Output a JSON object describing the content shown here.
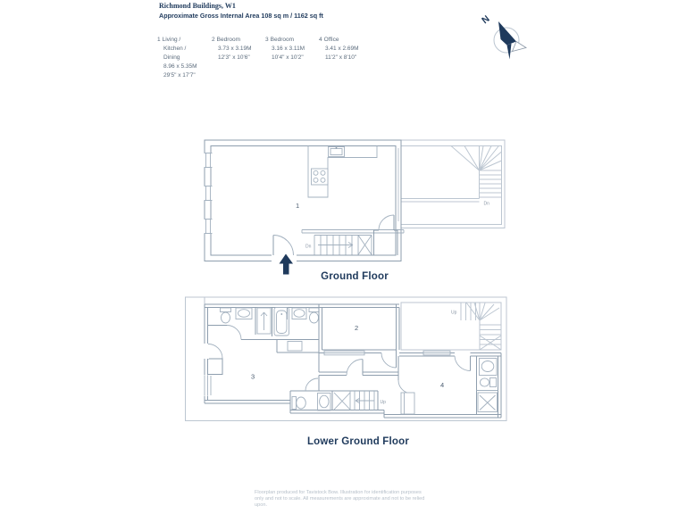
{
  "header": {
    "title": "Richmond Buildings, W1",
    "subtitle": "Approximate Gross Internal Area 108 sq m / 1162 sq ft"
  },
  "legend": {
    "rooms": [
      {
        "number": "1",
        "name": "Living /",
        "name2": "Kitchen /",
        "name3": "Dining",
        "metric": "8.96 x 5.35M",
        "imperial": "29'5\" x 17'7\""
      },
      {
        "number": "2",
        "name": "Bedroom",
        "metric": "3.73 x 3.19M",
        "imperial": "12'3\" x 10'6\""
      },
      {
        "number": "3",
        "name": "Bedroom",
        "metric": "3.16 x 3.11M",
        "imperial": "10'4\" x 10'2\""
      },
      {
        "number": "4",
        "name": "Office",
        "metric": "3.41 x 2.69M",
        "imperial": "11'2\" x 8'10\""
      }
    ]
  },
  "compass": {
    "north_label": "N"
  },
  "ground_floor": {
    "label": "Ground Floor",
    "room_label": "1",
    "stairs_down_label": "Dn",
    "communal_stairs_down_label": "Dn"
  },
  "lower_ground_floor": {
    "label": "Lower Ground Floor",
    "bedroom2_label": "2",
    "bedroom3_label": "3",
    "office_label": "4",
    "stairs_up_label": "Up",
    "communal_stairs_up_label": "Up"
  },
  "footer": {
    "line1": "Floorplan produced for Tavistock Bow. Illustration for identification purposes",
    "line2": "only and not to scale. All measurements are approximate and not to be relied",
    "line3": "upon."
  },
  "colors": {
    "navy": "#1f3a5c",
    "wall": "#8e9eae",
    "light_wall": "#bcc6d1",
    "fixture": "#a3b1bf",
    "label_gray": "#8a97a6",
    "room_number": "#4a5c70",
    "footer_gray": "#b6bfc9"
  }
}
